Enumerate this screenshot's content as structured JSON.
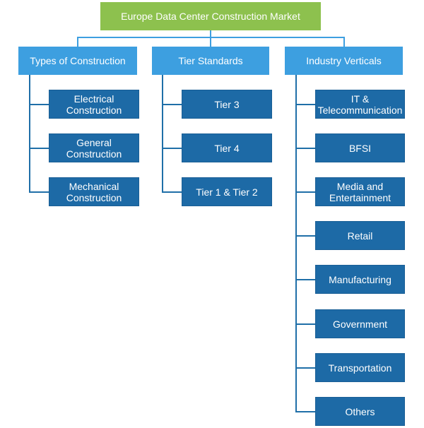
{
  "diagram": {
    "root": "Europe Data Center Construction Market",
    "categories": [
      {
        "label": "Types of Construction",
        "items": [
          "Electrical\nConstruction",
          "General\nConstruction",
          "Mechanical\nConstruction"
        ]
      },
      {
        "label": "Tier Standards",
        "items": [
          "Tier 3",
          "Tier 4",
          "Tier 1 & Tier 2"
        ]
      },
      {
        "label": "Industry Verticals",
        "items": [
          "IT &\nTelecommunication",
          "BFSI",
          "Media and\nEntertainment",
          "Retail",
          "Manufacturing",
          "Government",
          "Transportation",
          "Others"
        ]
      }
    ],
    "colors": {
      "root_fill": "#8dc14e",
      "category_fill": "#3d9fe0",
      "leaf_fill": "#1d6aa6",
      "connector": "#1f6fa8",
      "text": "#ffffff"
    }
  }
}
